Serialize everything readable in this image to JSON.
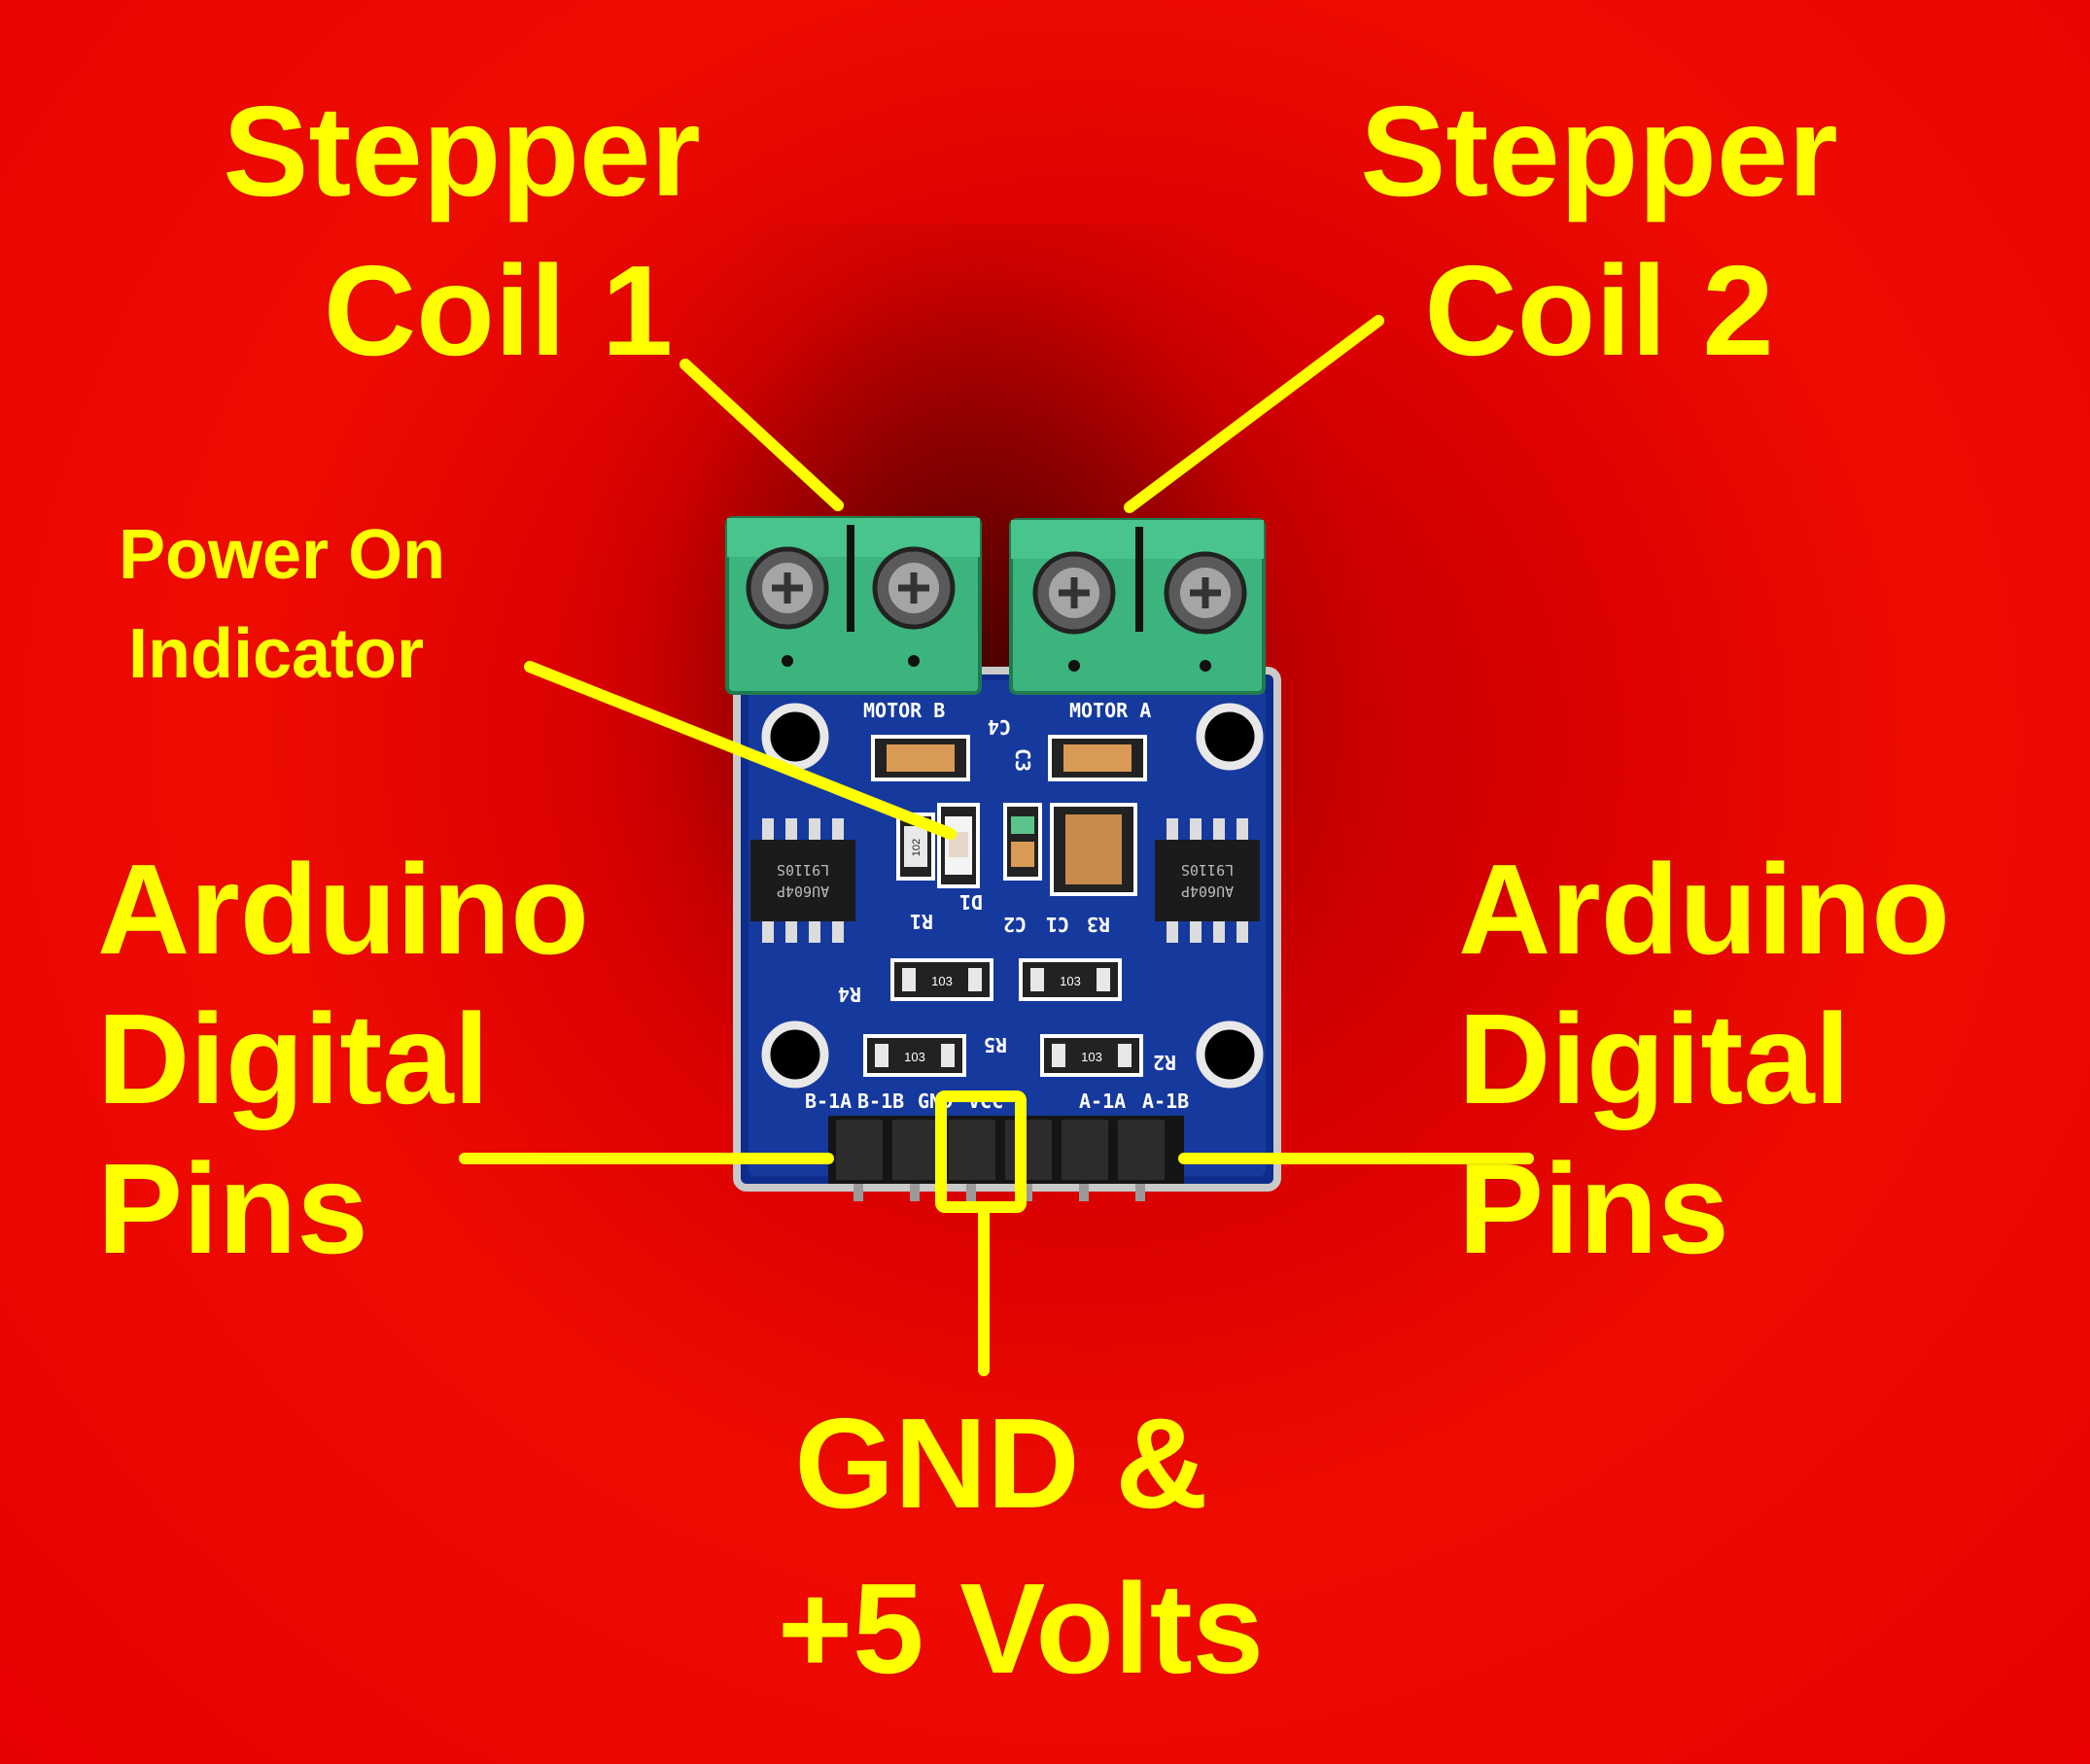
{
  "labels": {
    "coil1_line1": "Stepper",
    "coil1_line2": "Coil 1",
    "coil2_line1": "Stepper",
    "coil2_line2": "Coil 2",
    "power_line1": "Power On",
    "power_line2": "Indicator",
    "digital_left_line1": "Arduino",
    "digital_left_line2": "Digital",
    "digital_left_line3": "Pins",
    "digital_right_line1": "Arduino",
    "digital_right_line2": "Digital",
    "digital_right_line3": "Pins",
    "power_pins_line1": "GND &",
    "power_pins_line2": "+5 Volts"
  },
  "board": {
    "motor_b": "MOTOR B",
    "motor_a": "MOTOR A",
    "c4": "C4",
    "c3": "C3",
    "r1": "R1",
    "d1": "D1",
    "c2": "C2",
    "c1": "C1",
    "r3": "R3",
    "r4": "R4",
    "r5": "R5",
    "r2": "R2",
    "res_103": "103",
    "res_102": "102",
    "ic_left_line1": "AU604P",
    "ic_left_line2": "L9110S",
    "ic_right_line1": "AU604P",
    "ic_right_line2": "L9110S",
    "pin_b1a": "B-1A",
    "pin_b1b": "B-1B",
    "pin_gnd": "GND",
    "pin_vcc": "VCC",
    "pin_a1a": "A-1A",
    "pin_a1b": "A-1B"
  },
  "colors": {
    "background": "#e80000",
    "label": "#ffff00",
    "pcb": "#14339a",
    "terminal": "#37b07a"
  }
}
